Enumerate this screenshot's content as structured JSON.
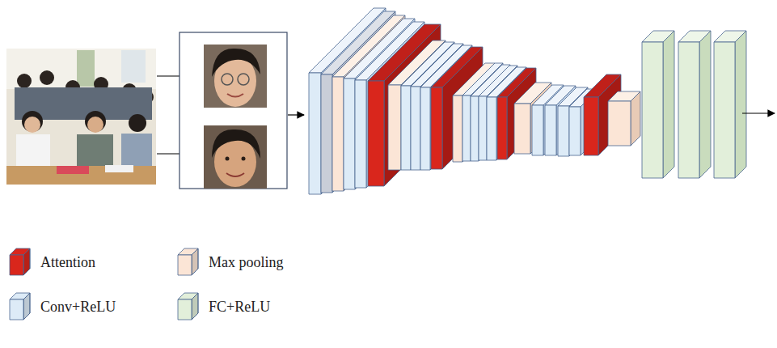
{
  "diagram": {
    "legend": [
      {
        "text": "Attention",
        "color": "#d9261c"
      },
      {
        "text": "Max pooling",
        "color": "#fbe5d6"
      },
      {
        "text": "Conv+ReLU",
        "color": "#ddebf7"
      },
      {
        "text": "FC+ReLU",
        "color": "#e2efda"
      }
    ]
  }
}
